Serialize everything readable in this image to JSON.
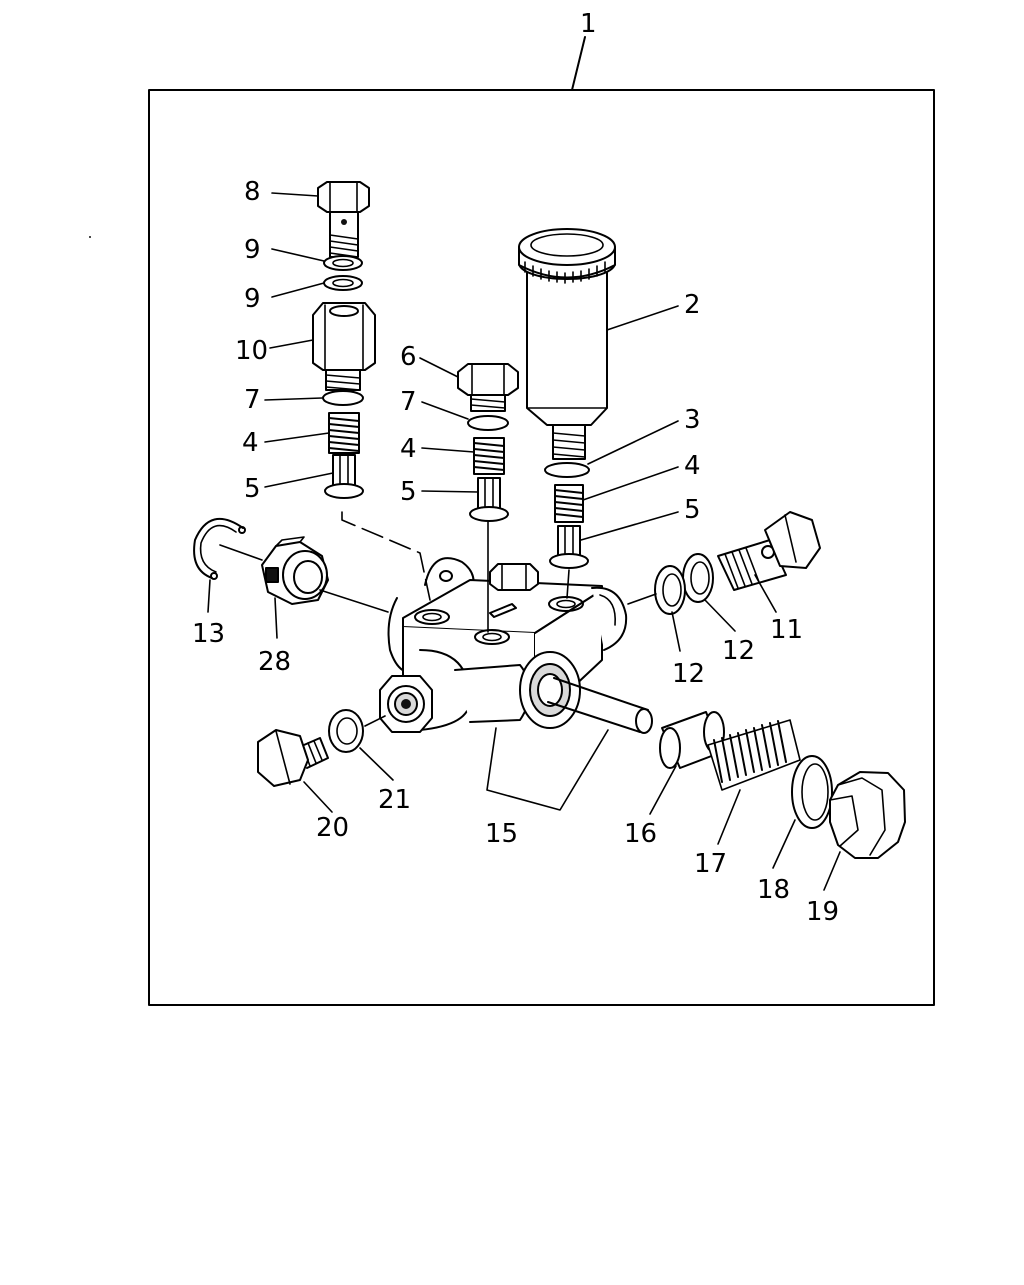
{
  "diagram": {
    "labels": [
      {
        "id": "l1",
        "text": "1"
      },
      {
        "id": "l2",
        "text": "2"
      },
      {
        "id": "l3",
        "text": "3"
      },
      {
        "id": "l4a",
        "text": "4"
      },
      {
        "id": "l4b",
        "text": "4"
      },
      {
        "id": "l4c",
        "text": "4"
      },
      {
        "id": "l5a",
        "text": "5"
      },
      {
        "id": "l5b",
        "text": "5"
      },
      {
        "id": "l5c",
        "text": "5"
      },
      {
        "id": "l6",
        "text": "6"
      },
      {
        "id": "l7a",
        "text": "7"
      },
      {
        "id": "l7b",
        "text": "7"
      },
      {
        "id": "l8",
        "text": "8"
      },
      {
        "id": "l9a",
        "text": "9"
      },
      {
        "id": "l9b",
        "text": "9"
      },
      {
        "id": "l10",
        "text": "10"
      },
      {
        "id": "l11",
        "text": "11"
      },
      {
        "id": "l12a",
        "text": "12"
      },
      {
        "id": "l12b",
        "text": "12"
      },
      {
        "id": "l13",
        "text": "13"
      },
      {
        "id": "l15",
        "text": "15"
      },
      {
        "id": "l16",
        "text": "16"
      },
      {
        "id": "l17",
        "text": "17"
      },
      {
        "id": "l18",
        "text": "18"
      },
      {
        "id": "l19",
        "text": "19"
      },
      {
        "id": "l20",
        "text": "20"
      },
      {
        "id": "l21",
        "text": "21"
      },
      {
        "id": "l28",
        "text": "28"
      }
    ]
  }
}
